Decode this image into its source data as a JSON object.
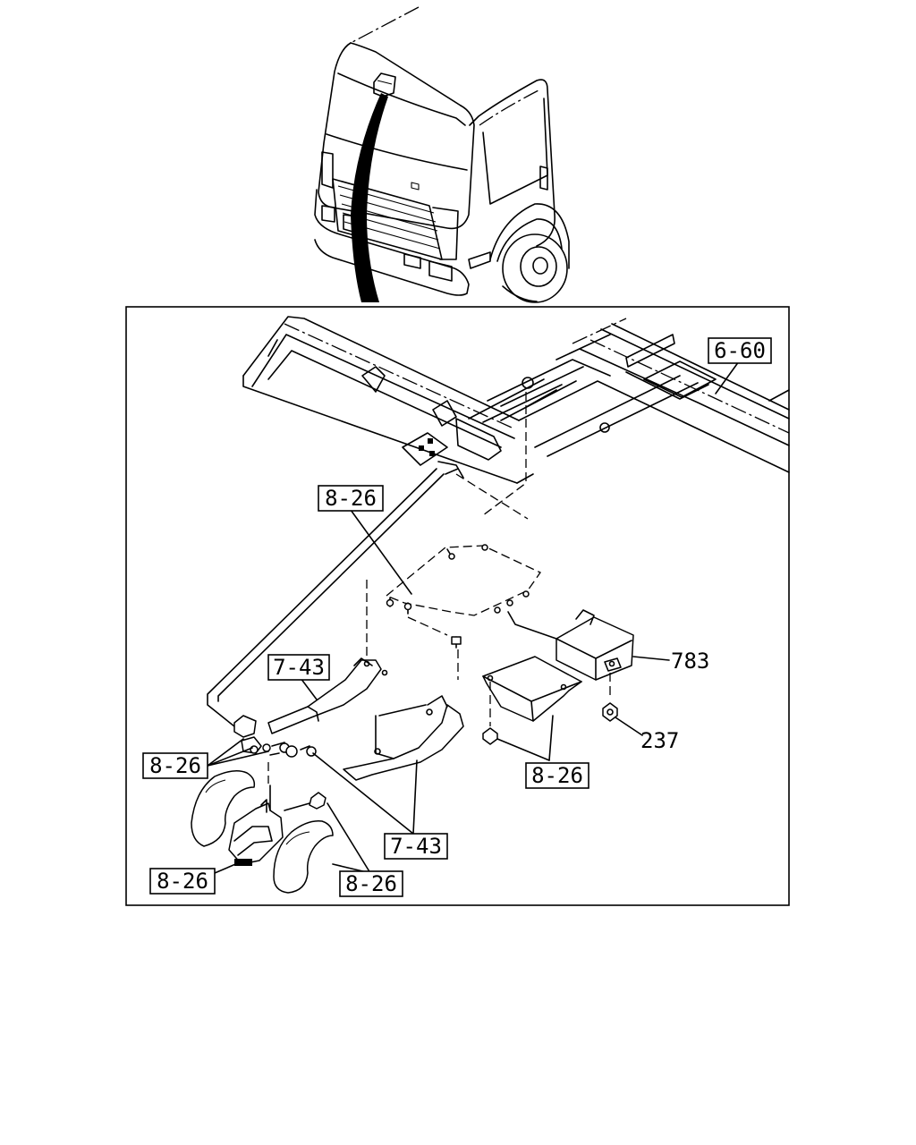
{
  "labels": {
    "ref_6_60": "6-60",
    "ref_8_26_top": "8-26",
    "ref_7_43_mid": "7-43",
    "ref_8_26_left": "8-26",
    "ref_8_26_right": "8-26",
    "ref_7_43_bottom": "7-43",
    "ref_8_26_bottom_left": "8-26",
    "ref_8_26_bottom_mid": "8-26"
  },
  "part_numbers": {
    "part_783": "783",
    "part_237": "237"
  }
}
